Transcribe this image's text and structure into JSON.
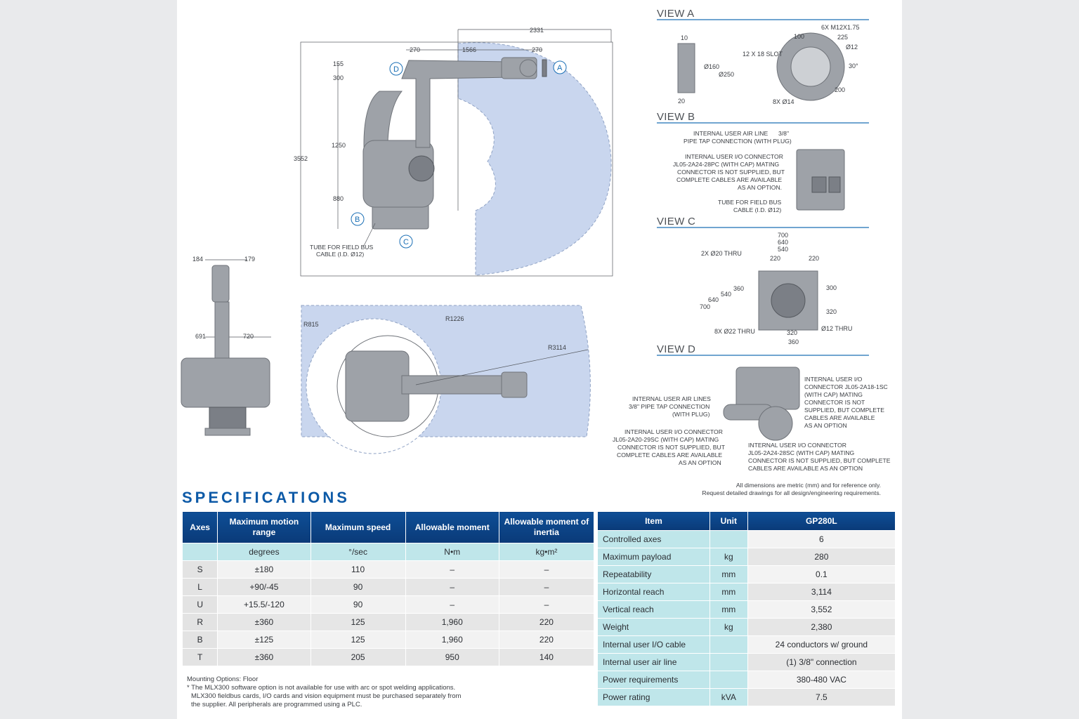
{
  "views": {
    "a": {
      "title": "VIEW A",
      "labels": [
        "6X M12X1.75",
        "100",
        "225",
        "Ø12",
        "30°",
        "12 X 18 SLOT",
        "10",
        "Ø160",
        "Ø250",
        "20",
        "200",
        "8X Ø14"
      ]
    },
    "b": {
      "title": "VIEW B",
      "air_line": "INTERNAL USER AIR LINE",
      "air_size": "3/8\"",
      "air_plug": "PIPE TAP CONNECTION (WITH PLUG)",
      "io_lines": [
        "INTERNAL USER I/O CONNECTOR",
        "JL05-2A24-28PC (WITH CAP) MATING",
        "CONNECTOR IS NOT SUPPLIED, BUT",
        "COMPLETE CABLES ARE AVAILABLE",
        "AS AN OPTION."
      ],
      "tube_lines": [
        "TUBE FOR FIELD BUS",
        "CABLE (I.D. Ø12)"
      ]
    },
    "c": {
      "title": "VIEW C",
      "labels": [
        "700",
        "640",
        "540",
        "220",
        "220",
        "2X Ø20 THRU",
        "360",
        "540",
        "640",
        "700",
        "300",
        "320",
        "8X Ø22 THRU",
        "320",
        "360",
        "Ø12 THRU"
      ]
    },
    "d": {
      "title": "VIEW D",
      "right_lines": [
        "INTERNAL USER I/O",
        "CONNECTOR JL05-2A18-1SC",
        "(WITH CAP) MATING",
        "CONNECTOR IS NOT",
        "SUPPLIED, BUT COMPLETE",
        "CABLES ARE AVAILABLE",
        "AS AN OPTION"
      ],
      "air_lines": [
        "INTERNAL USER AIR LINES",
        "3/8\" PIPE TAP CONNECTION",
        "(WITH PLUG)"
      ],
      "left_lines": [
        "INTERNAL USER I/O CONNECTOR",
        "JL05-2A20-29SC (WITH CAP) MATING",
        "CONNECTOR IS NOT SUPPLIED, BUT",
        "COMPLETE CABLES ARE AVAILABLE",
        "AS AN OPTION"
      ],
      "bottom_lines": [
        "INTERNAL USER I/O CONNECTOR",
        "JL05-2A24-28SC (WITH CAP) MATING",
        "CONNECTOR IS NOT SUPPLIED, BUT COMPLETE",
        "CABLES ARE AVAILABLE AS AN OPTION"
      ]
    }
  },
  "side_view": {
    "dims": [
      "2331",
      "270",
      "1566",
      "270",
      "155",
      "300",
      "1250",
      "3552",
      "880"
    ],
    "callouts": [
      "A",
      "B",
      "C",
      "D"
    ],
    "tube_lines": [
      "TUBE FOR FIELD BUS",
      "CABLE (I.D. Ø12)"
    ]
  },
  "front_view": {
    "dims": [
      "184",
      "179",
      "691",
      "720"
    ]
  },
  "top_view": {
    "dims": [
      "R815",
      "R1226",
      "R3114"
    ]
  },
  "dims_note": {
    "line1": "All dimensions are metric (mm) and for reference only.",
    "line2": "Request detailed drawings for all design/engineering requirements."
  },
  "specifications": {
    "title": "SPECIFICATIONS",
    "axes_table": {
      "headers": [
        "Axes",
        "Maximum motion range",
        "Maximum speed",
        "Allowable moment",
        "Allowable moment of inertia"
      ],
      "units": [
        "",
        "degrees",
        "°/sec",
        "N•m",
        "kg•m²"
      ],
      "rows": [
        [
          "S",
          "±180",
          "110",
          "–",
          "–"
        ],
        [
          "L",
          "+90/-45",
          "90",
          "–",
          "–"
        ],
        [
          "U",
          "+15.5/-120",
          "90",
          "–",
          "–"
        ],
        [
          "R",
          "±360",
          "125",
          "1,960",
          "220"
        ],
        [
          "B",
          "±125",
          "125",
          "1,960",
          "220"
        ],
        [
          "T",
          "±360",
          "205",
          "950",
          "140"
        ]
      ]
    },
    "item_table": {
      "headers": [
        "Item",
        "Unit",
        "GP280L"
      ],
      "rows": [
        [
          "Controlled axes",
          "",
          "6"
        ],
        [
          "Maximum payload",
          "kg",
          "280"
        ],
        [
          "Repeatability",
          "mm",
          "0.1"
        ],
        [
          "Horizontal reach",
          "mm",
          "3,114"
        ],
        [
          "Vertical reach",
          "mm",
          "3,552"
        ],
        [
          "Weight",
          "kg",
          "2,380"
        ],
        [
          "Internal user I/O cable",
          "",
          "24 conductors w/ ground"
        ],
        [
          "Internal user air line",
          "",
          "(1) 3/8\" connection"
        ],
        [
          "Power requirements",
          "",
          "380-480 VAC"
        ],
        [
          "Power rating",
          "kVA",
          "7.5"
        ]
      ]
    },
    "footnotes": {
      "mounting": "Mounting Options: Floor",
      "note1": "* The MLX300 software option is not available for use with arc or spot welding applications.",
      "note2": "MLX300 fieldbus cards, I/O cards and vision equipment must be purchased separately from",
      "note3": "the supplier. All peripherals are programmed using a PLC."
    }
  }
}
